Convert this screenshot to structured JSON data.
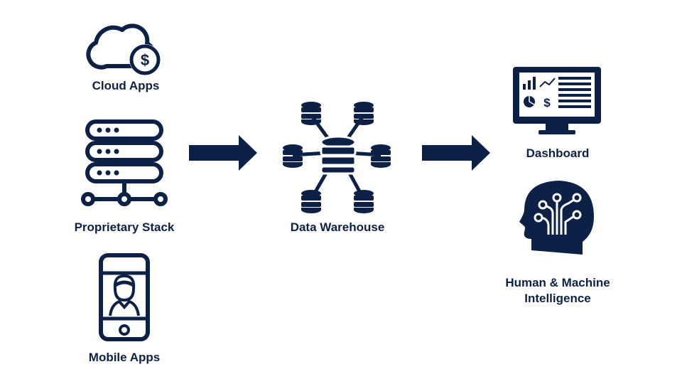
{
  "sources": {
    "cloud_label": "Cloud Apps",
    "proprietary_label": "Proprietary Stack",
    "mobile_label": "Mobile Apps"
  },
  "warehouse": {
    "label": "Data Warehouse"
  },
  "outputs": {
    "dashboard_label": "Dashboard",
    "hmi_line1": "Human & Machine",
    "hmi_line2": "Intelligence"
  },
  "icons": {
    "cloud": "cloud-dollar-icon",
    "server": "server-stack-icon",
    "mobile": "mobile-phone-icon",
    "warehouse": "database-network-icon",
    "dashboard": "monitor-dashboard-icon",
    "brain": "ai-head-icon",
    "arrow": "right-arrow-icon"
  },
  "colors": {
    "primary": "#0d2147",
    "background": "#ffffff"
  }
}
